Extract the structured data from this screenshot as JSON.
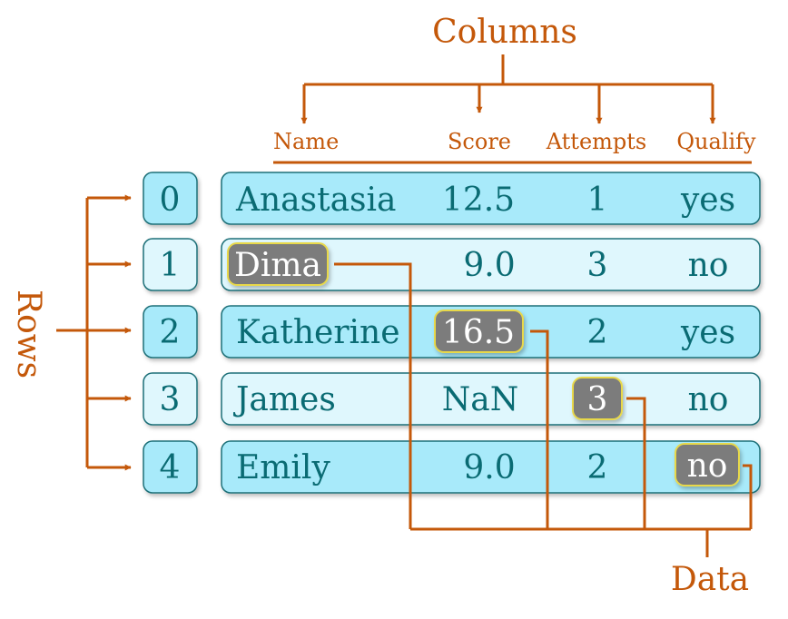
{
  "labels": {
    "columns": "Columns",
    "rows": "Rows",
    "data": "Data"
  },
  "headers": [
    "Name",
    "Score",
    "Attempts",
    "Qualify"
  ],
  "index": [
    "0",
    "1",
    "2",
    "3",
    "4"
  ],
  "rows": [
    [
      "Anastasia",
      "12.5",
      "1",
      "yes"
    ],
    [
      "Dima",
      "9.0",
      "3",
      "no"
    ],
    [
      "Katherine",
      "16.5",
      "2",
      "yes"
    ],
    [
      "James",
      "NaN",
      "3",
      "no"
    ],
    [
      "Emily",
      "9.0",
      "2",
      "no"
    ]
  ],
  "colors": {
    "accent": "#c4580a",
    "row_dark": "#a8eafa",
    "row_light": "#dff7fd",
    "border": "#1f6f78",
    "text": "#0a6b73",
    "highlight_fill": "#7b7b7b",
    "highlight_border": "#e8d84a"
  }
}
